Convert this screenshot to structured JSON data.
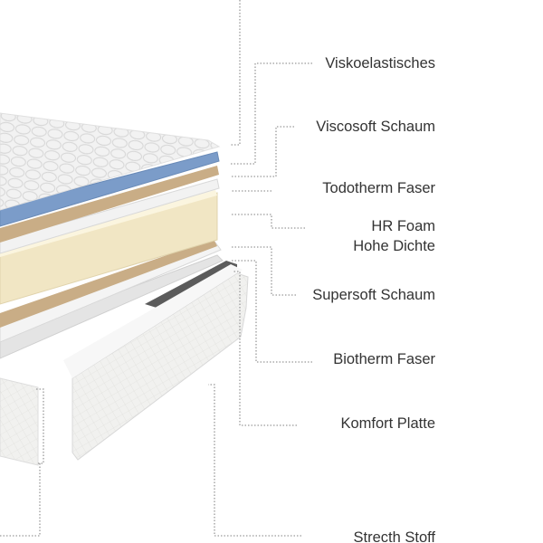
{
  "labels": {
    "viskoelastisches": "Viskoelastisches",
    "viscosoft": "Viscosoft Schaum",
    "todotherm": "Todotherm Faser",
    "hr_foam_line1": "HR Foam",
    "hr_foam_line2": "Hohe Dichte",
    "supersoft": "Supersoft Schaum",
    "biotherm": "Biotherm Faser",
    "komfort": "Komfort Platte",
    "stretch": "Strecth Stoff"
  },
  "colors": {
    "quilt": "#eeeeee",
    "memory_foam_blue": "#7b9cc9",
    "fiber_tan": "#c9ad86",
    "foam_cream": "#f1e6c4",
    "comfort_plate": "#5b5b5b",
    "leader": "#9a9a9a"
  }
}
